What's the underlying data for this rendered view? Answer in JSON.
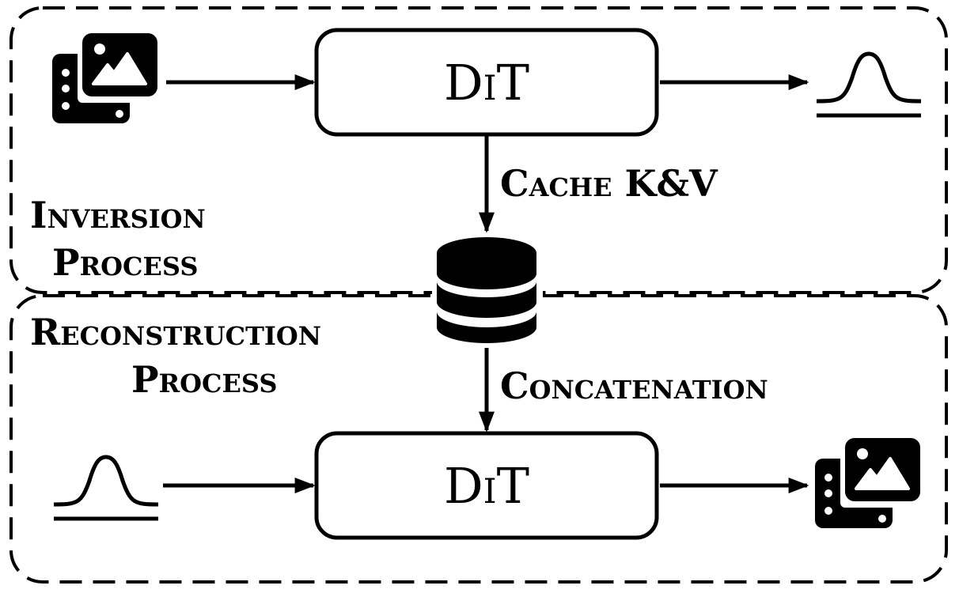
{
  "inversion": {
    "label_line1": "Inversion",
    "label_line2": "Process",
    "model_label": "DiT",
    "edge_label": "Cache K&V"
  },
  "reconstruction": {
    "label_line1": "Reconstruction",
    "label_line2": "Process",
    "model_label": "DiT",
    "edge_label": "Concatenation"
  },
  "icons": {
    "input": "image-gallery-icon",
    "noise": "gaussian-distribution-icon",
    "cache": "database-icon",
    "output": "image-gallery-icon"
  }
}
